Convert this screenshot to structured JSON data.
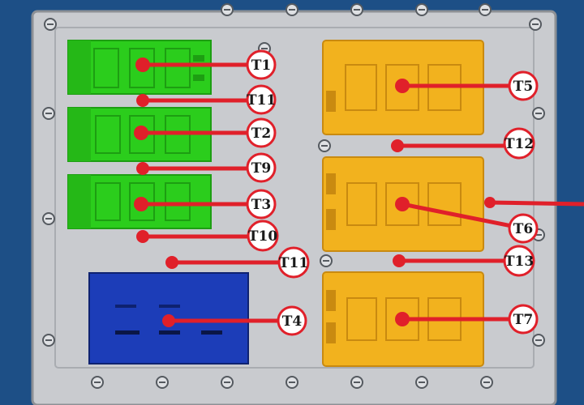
{
  "colors": {
    "frame": "#1d4f86",
    "plate": "#c9cbcf",
    "plate_edge": "#8d9095",
    "green_module": "#2bcd1c",
    "green_dark": "#1d9e12",
    "yellow_module": "#f2b21e",
    "yellow_dark": "#c98a10",
    "blue_module": "#1c3db8",
    "blue_dark": "#0e2270",
    "leader_line": "#e0202a",
    "label_fill": "#ffffff",
    "label_stroke": "#e0202a"
  },
  "labels": [
    {
      "id": "T1",
      "text": "T1"
    },
    {
      "id": "T11",
      "text": "T11"
    },
    {
      "id": "T2",
      "text": "T2"
    },
    {
      "id": "T9",
      "text": "T9"
    },
    {
      "id": "T3",
      "text": "T3"
    },
    {
      "id": "T10",
      "text": "T10"
    },
    {
      "id": "T11b",
      "text": "T11"
    },
    {
      "id": "T4",
      "text": "T4"
    },
    {
      "id": "T5",
      "text": "T5"
    },
    {
      "id": "T12",
      "text": "T12"
    },
    {
      "id": "T6",
      "text": "T6"
    },
    {
      "id": "T13",
      "text": "T13"
    },
    {
      "id": "T7",
      "text": "T7"
    }
  ],
  "components": [
    {
      "id": "green-module-1",
      "type": "green-terminal-block"
    },
    {
      "id": "green-module-2",
      "type": "green-terminal-block"
    },
    {
      "id": "green-module-3",
      "type": "green-terminal-block"
    },
    {
      "id": "blue-module",
      "type": "blue-relay-module"
    },
    {
      "id": "yellow-module-1",
      "type": "yellow-power-module"
    },
    {
      "id": "yellow-module-2",
      "type": "yellow-power-module"
    },
    {
      "id": "yellow-module-3",
      "type": "yellow-power-module"
    }
  ]
}
